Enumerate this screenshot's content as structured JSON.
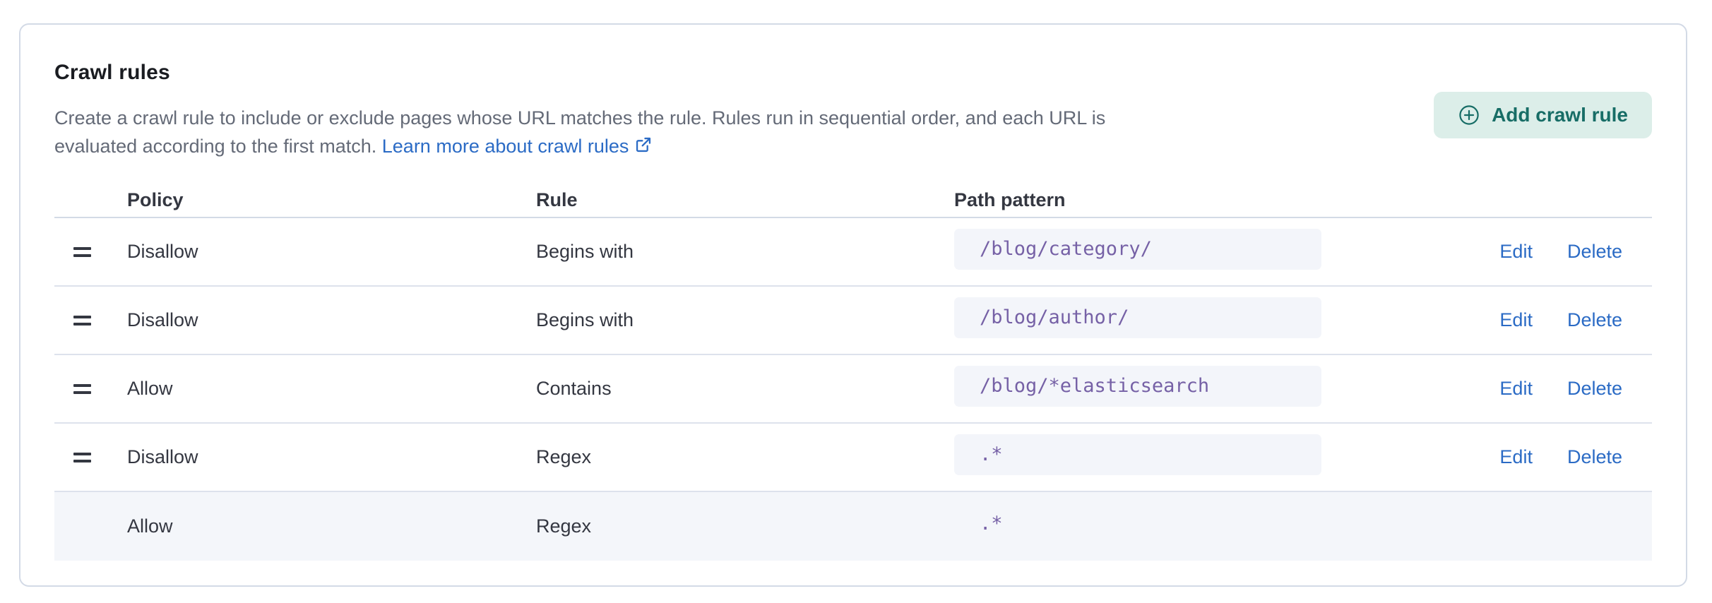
{
  "header": {
    "title": "Crawl rules",
    "description_line1": "Create a crawl rule to include or exclude pages whose URL matches the rule. Rules run in sequential order, and each URL is",
    "description_line2": "evaluated according to the first match.",
    "learn_more_label": "Learn more about crawl rules",
    "add_button_label": "Add crawl rule"
  },
  "table": {
    "columns": [
      "Policy",
      "Rule",
      "Path pattern"
    ],
    "action_labels": {
      "edit": "Edit",
      "delete": "Delete"
    },
    "rows": [
      {
        "policy": "Disallow",
        "rule": "Begins with",
        "path_pattern": "/blog/category/"
      },
      {
        "policy": "Disallow",
        "rule": "Begins with",
        "path_pattern": "/blog/author/"
      },
      {
        "policy": "Allow",
        "rule": "Contains",
        "path_pattern": "/blog/*elasticsearch"
      },
      {
        "policy": "Disallow",
        "rule": "Regex",
        "path_pattern": ".*"
      },
      {
        "policy": "Allow",
        "rule": "Regex",
        "path_pattern": ".*"
      }
    ]
  },
  "icons": {
    "add_button": "plus-in-circle-icon",
    "learn_more": "external-link-icon",
    "row_handle": "grab-handle-icon"
  },
  "colors": {
    "add_button_bg": "#DCEEE9",
    "add_button_text": "#176D66",
    "link_blue": "#2B6BC5",
    "code_text": "#7661A6",
    "code_bg": "#F3F5FA",
    "highlight_row_bg": "#F4F6FA",
    "panel_border": "#D3DAE6",
    "title_text": "#1A1C21",
    "body_text": "#343741",
    "muted_text": "#646A77"
  }
}
